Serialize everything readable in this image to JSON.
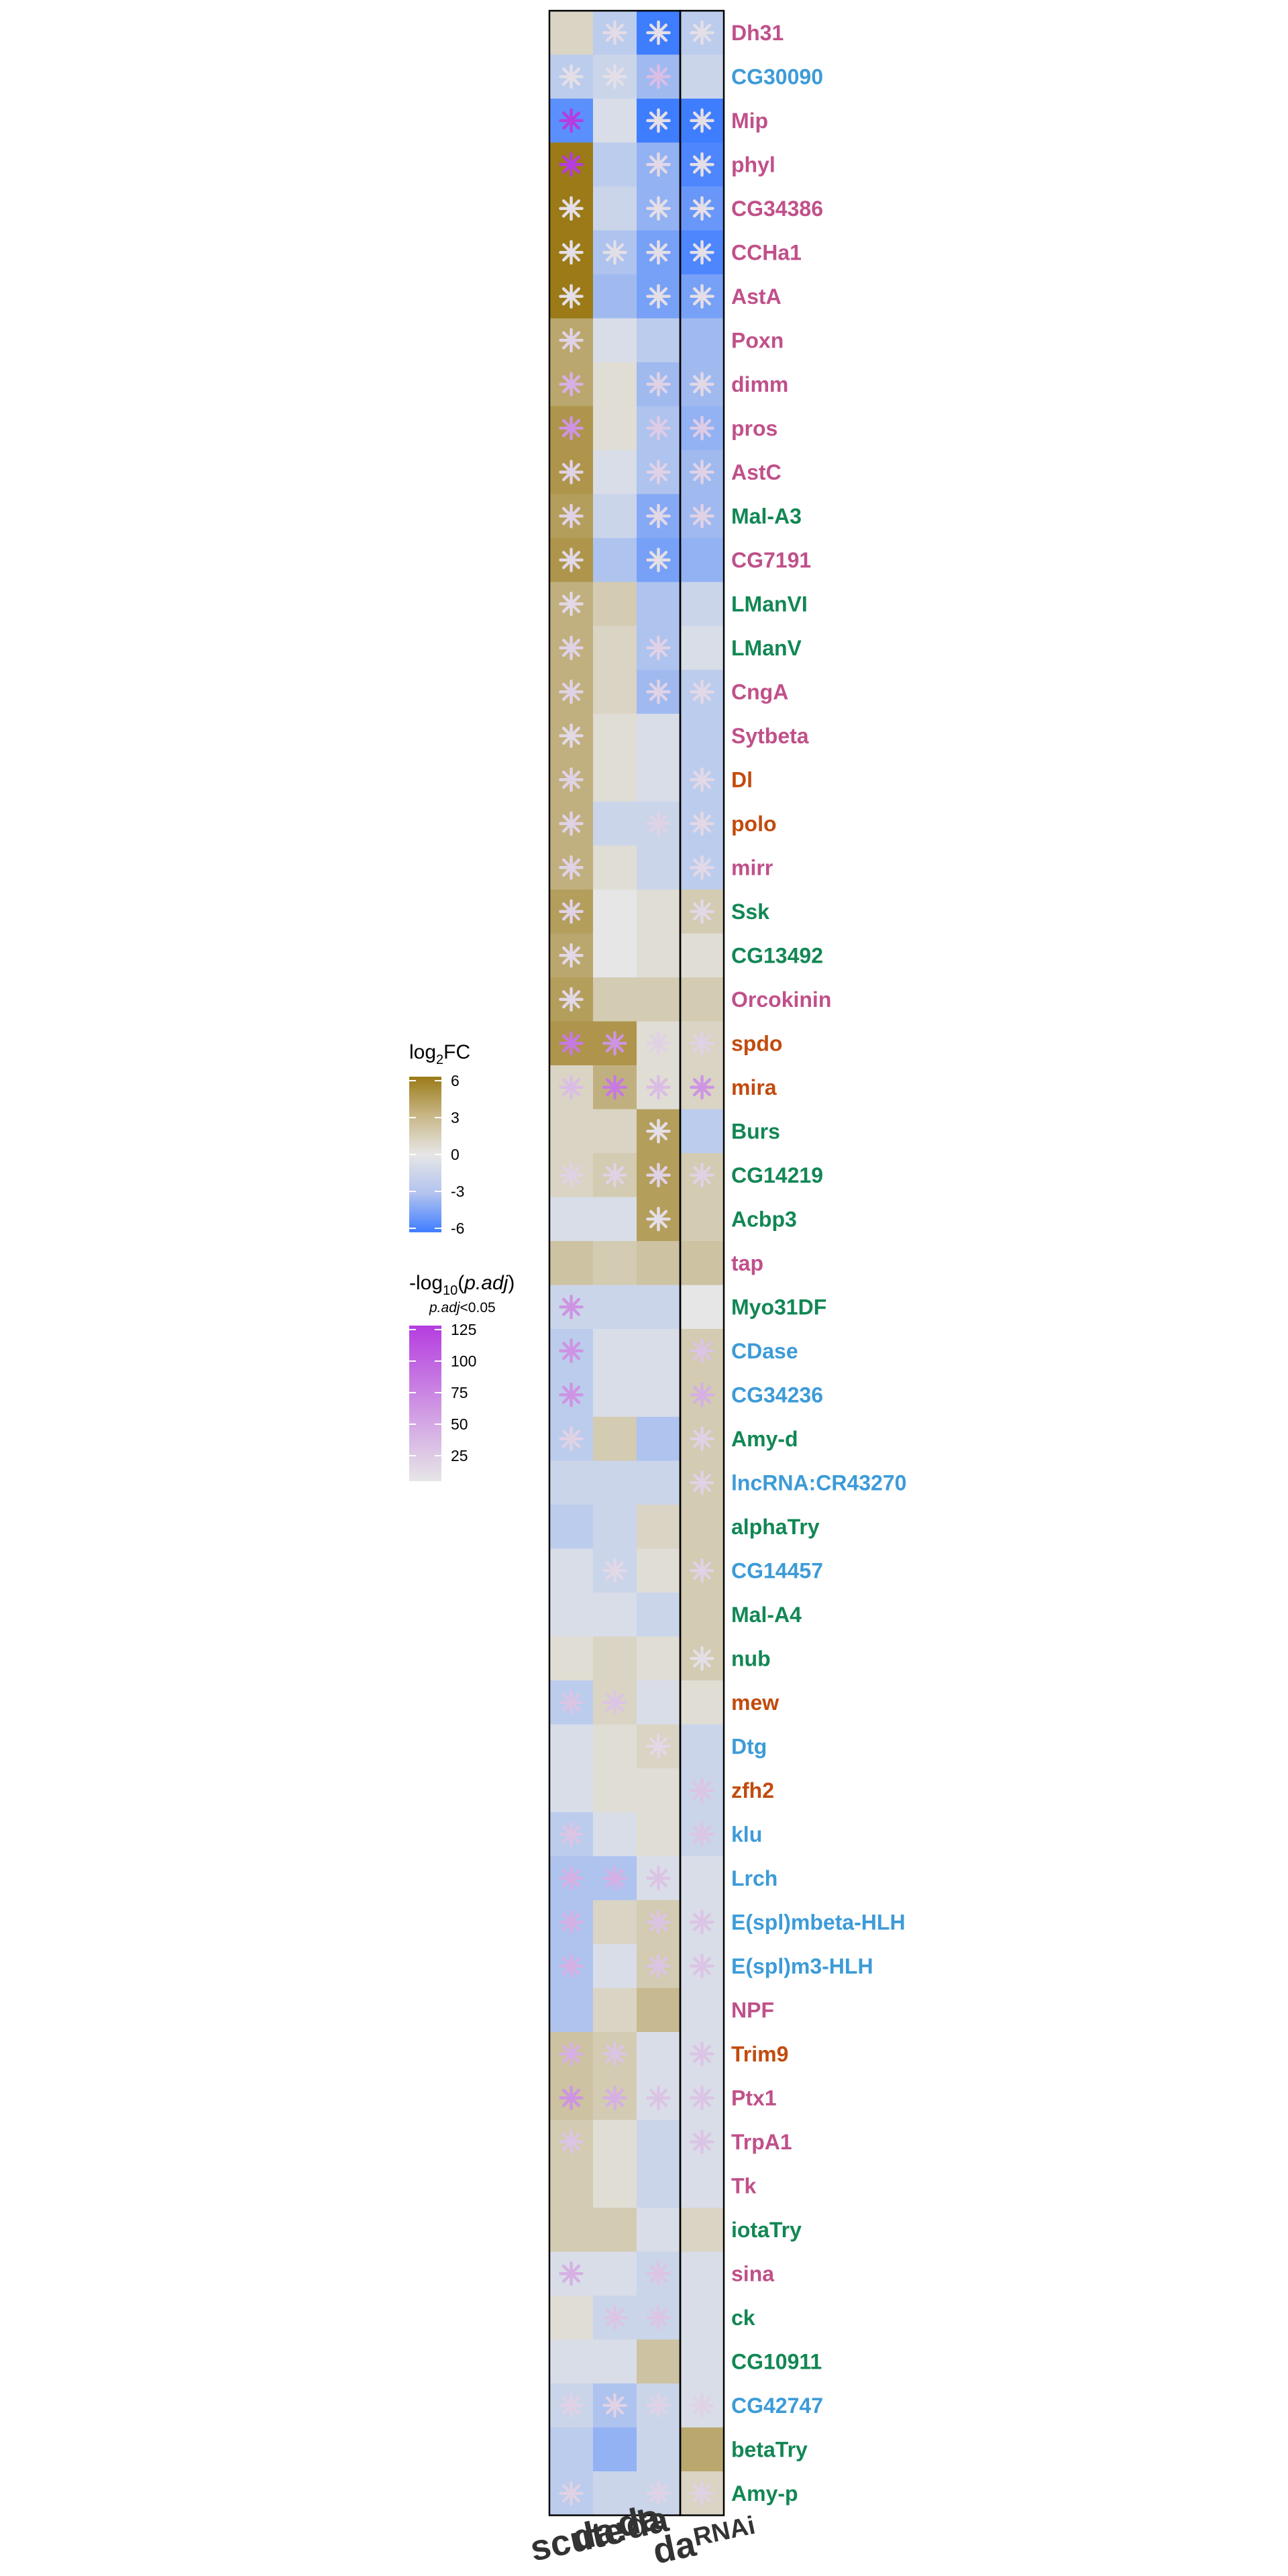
{
  "chart_data": {
    "type": "heatmap",
    "columns": [
      "scute",
      "da:da",
      "da",
      "da RNAi"
    ],
    "column_labels": {
      "scute": "scute",
      "dada": "da:da",
      "da": "da",
      "darnai_main": "da",
      "darnai_sub": "RNAi"
    },
    "rows": [
      "Dh31",
      "CG30090",
      "Mip",
      "phyl",
      "CG34386",
      "CCHa1",
      "AstA",
      "Poxn",
      "dimm",
      "pros",
      "AstC",
      "Mal-A3",
      "CG7191",
      "LManVI",
      "LManV",
      "CngA",
      "Sytbeta",
      "Dl",
      "polo",
      "mirr",
      "Ssk",
      "CG13492",
      "Orcokinin",
      "spdo",
      "mira",
      "Burs",
      "CG14219",
      "Acbp3",
      "tap",
      "Myo31DF",
      "CDase",
      "CG34236",
      "Amy-d",
      "lncRNA:CR43270",
      "alphaTry",
      "CG14457",
      "Mal-A4",
      "nub",
      "mew",
      "Dtg",
      "zfh2",
      "klu",
      "Lrch",
      "E(spl)mbeta-HLH",
      "E(spl)m3-HLH",
      "NPF",
      "Trim9",
      "Ptx1",
      "TrpA1",
      "Tk",
      "iotaTry",
      "sina",
      "ck",
      "CG10911",
      "CG42747",
      "betaTry",
      "Amy-p"
    ],
    "row_colors": [
      "#c0508a",
      "#3d9bd8",
      "#c0508a",
      "#c0508a",
      "#c0508a",
      "#c0508a",
      "#c0508a",
      "#c0508a",
      "#c0508a",
      "#c0508a",
      "#c0508a",
      "#128754",
      "#c0508a",
      "#128754",
      "#128754",
      "#c0508a",
      "#c0508a",
      "#c24b0e",
      "#c24b0e",
      "#c0508a",
      "#128754",
      "#128754",
      "#c0508a",
      "#c24b0e",
      "#c24b0e",
      "#128754",
      "#128754",
      "#128754",
      "#c0508a",
      "#128754",
      "#3d9bd8",
      "#3d9bd8",
      "#128754",
      "#3d9bd8",
      "#128754",
      "#3d9bd8",
      "#128754",
      "#128754",
      "#c24b0e",
      "#3d9bd8",
      "#c24b0e",
      "#3d9bd8",
      "#3d9bd8",
      "#3d9bd8",
      "#3d9bd8",
      "#c0508a",
      "#c24b0e",
      "#c0508a",
      "#c0508a",
      "#c0508a",
      "#128754",
      "#c0508a",
      "#128754",
      "#128754",
      "#3d9bd8",
      "#128754",
      "#128754"
    ],
    "log2fc": [
      [
        1,
        -1.5,
        -6,
        -1.5
      ],
      [
        -1.5,
        -1,
        -2.5,
        -1
      ],
      [
        -5,
        -0.5,
        -6,
        -6
      ],
      [
        6,
        -1.5,
        -3,
        -5.5
      ],
      [
        6,
        -1,
        -3,
        -4.5
      ],
      [
        6,
        -2,
        -4,
        -5.5
      ],
      [
        6,
        -2.5,
        -4,
        -4
      ],
      [
        3.5,
        -0.5,
        -1.5,
        -2.5
      ],
      [
        3.5,
        0.5,
        -2.5,
        -2.5
      ],
      [
        4.5,
        0.5,
        -2,
        -3
      ],
      [
        4.5,
        -0.5,
        -2,
        -2.5
      ],
      [
        4,
        -1,
        -3.5,
        -2.5
      ],
      [
        4.5,
        -2,
        -4,
        -3
      ],
      [
        3,
        1.5,
        -2,
        -1
      ],
      [
        3,
        1,
        -2,
        -0.5
      ],
      [
        3,
        1,
        -2.5,
        -1.5
      ],
      [
        3,
        0.5,
        -0.5,
        -1.5
      ],
      [
        3,
        0.5,
        -0.5,
        -1.5
      ],
      [
        3,
        -1,
        -1,
        -1.5
      ],
      [
        3,
        0.5,
        -1,
        -1.5
      ],
      [
        4,
        0,
        0.5,
        1.5
      ],
      [
        3.5,
        0,
        0.5,
        0.5
      ],
      [
        4,
        1.5,
        1.5,
        1.5
      ],
      [
        4.5,
        4.5,
        0.5,
        1
      ],
      [
        1,
        3,
        0.5,
        1
      ],
      [
        1,
        1,
        4,
        -1.5
      ],
      [
        1,
        1.5,
        4,
        1.5
      ],
      [
        -0.5,
        -0.5,
        4,
        1.5
      ],
      [
        2,
        1.5,
        2,
        2
      ],
      [
        -1,
        -1,
        -1,
        0
      ],
      [
        -1.5,
        -0.5,
        -0.5,
        1.5
      ],
      [
        -1.5,
        -0.5,
        -0.5,
        1.5
      ],
      [
        -1.5,
        1.5,
        -2,
        1.5
      ],
      [
        -1,
        -1,
        -1,
        1.5
      ],
      [
        -1.5,
        -1,
        1,
        1.5
      ],
      [
        -0.5,
        -1,
        0.5,
        1.5
      ],
      [
        -0.5,
        -0.5,
        -1,
        1.5
      ],
      [
        0.5,
        1,
        0.5,
        1.5
      ],
      [
        -1.5,
        1,
        -0.5,
        0.5
      ],
      [
        -0.5,
        0.5,
        1,
        -1
      ],
      [
        -0.5,
        0.5,
        0.5,
        -1
      ],
      [
        -1.5,
        -0.5,
        0.5,
        -1
      ],
      [
        -2,
        -2,
        -0.5,
        -0.5
      ],
      [
        -2,
        1,
        1.5,
        -0.5
      ],
      [
        -2,
        -0.5,
        1.5,
        -0.5
      ],
      [
        -2,
        1,
        2.5,
        -0.5
      ],
      [
        2,
        1.5,
        -0.5,
        -0.5
      ],
      [
        2,
        1.5,
        -0.5,
        -0.5
      ],
      [
        1.5,
        0.5,
        -1,
        -0.5
      ],
      [
        1.5,
        0.5,
        -1,
        -0.5
      ],
      [
        1.5,
        1.5,
        -0.5,
        1
      ],
      [
        -0.5,
        -0.5,
        -1,
        -0.5
      ],
      [
        0.5,
        -1,
        -1,
        -0.5
      ],
      [
        -0.5,
        -0.5,
        2,
        -0.5
      ],
      [
        -1,
        -2,
        -1,
        -0.5
      ],
      [
        -1.5,
        -3,
        -1,
        3.5
      ],
      [
        -1.5,
        -1,
        -1,
        1
      ]
    ],
    "significant": [
      [
        0,
        1,
        1,
        1
      ],
      [
        1,
        1,
        1,
        0
      ],
      [
        1,
        0,
        1,
        1
      ],
      [
        1,
        0,
        1,
        1
      ],
      [
        1,
        0,
        1,
        1
      ],
      [
        1,
        1,
        1,
        1
      ],
      [
        1,
        0,
        1,
        1
      ],
      [
        1,
        0,
        0,
        0
      ],
      [
        1,
        0,
        1,
        1
      ],
      [
        1,
        0,
        1,
        1
      ],
      [
        1,
        0,
        1,
        1
      ],
      [
        1,
        0,
        1,
        1
      ],
      [
        1,
        0,
        1,
        0
      ],
      [
        1,
        0,
        0,
        0
      ],
      [
        1,
        0,
        1,
        0
      ],
      [
        1,
        0,
        1,
        1
      ],
      [
        1,
        0,
        0,
        0
      ],
      [
        1,
        0,
        0,
        1
      ],
      [
        1,
        0,
        1,
        1
      ],
      [
        1,
        0,
        0,
        1
      ],
      [
        1,
        0,
        0,
        1
      ],
      [
        1,
        0,
        0,
        0
      ],
      [
        1,
        0,
        0,
        0
      ],
      [
        1,
        1,
        1,
        1
      ],
      [
        1,
        1,
        1,
        1
      ],
      [
        0,
        0,
        1,
        0
      ],
      [
        1,
        1,
        1,
        1
      ],
      [
        0,
        0,
        1,
        0
      ],
      [
        0,
        0,
        0,
        0
      ],
      [
        1,
        0,
        0,
        0
      ],
      [
        1,
        0,
        0,
        1
      ],
      [
        1,
        0,
        0,
        1
      ],
      [
        1,
        0,
        0,
        1
      ],
      [
        0,
        0,
        0,
        1
      ],
      [
        0,
        0,
        0,
        0
      ],
      [
        0,
        1,
        0,
        1
      ],
      [
        0,
        0,
        0,
        0
      ],
      [
        0,
        0,
        0,
        1
      ],
      [
        1,
        1,
        0,
        0
      ],
      [
        0,
        0,
        1,
        0
      ],
      [
        0,
        0,
        0,
        1
      ],
      [
        1,
        0,
        0,
        1
      ],
      [
        1,
        1,
        1,
        0
      ],
      [
        1,
        0,
        1,
        1
      ],
      [
        1,
        0,
        1,
        1
      ],
      [
        0,
        0,
        0,
        0
      ],
      [
        1,
        1,
        0,
        1
      ],
      [
        1,
        1,
        1,
        1
      ],
      [
        1,
        0,
        0,
        1
      ],
      [
        0,
        0,
        0,
        0
      ],
      [
        0,
        0,
        0,
        0
      ],
      [
        1,
        0,
        1,
        0
      ],
      [
        0,
        1,
        1,
        0
      ],
      [
        0,
        0,
        0,
        0
      ],
      [
        1,
        1,
        1,
        1
      ],
      [
        0,
        0,
        0,
        0
      ],
      [
        1,
        0,
        1,
        1
      ]
    ],
    "neglog10_padj": [
      [
        0,
        8,
        5,
        5
      ],
      [
        5,
        5,
        30,
        0
      ],
      [
        125,
        0,
        5,
        5
      ],
      [
        125,
        0,
        10,
        5
      ],
      [
        5,
        0,
        5,
        5
      ],
      [
        5,
        5,
        5,
        5
      ],
      [
        5,
        0,
        5,
        5
      ],
      [
        15,
        0,
        0,
        0
      ],
      [
        40,
        0,
        15,
        10
      ],
      [
        60,
        0,
        20,
        20
      ],
      [
        15,
        0,
        15,
        15
      ],
      [
        15,
        0,
        10,
        15
      ],
      [
        10,
        0,
        5,
        0
      ],
      [
        10,
        0,
        0,
        0
      ],
      [
        15,
        0,
        15,
        0
      ],
      [
        15,
        0,
        15,
        10
      ],
      [
        10,
        0,
        0,
        0
      ],
      [
        15,
        0,
        0,
        10
      ],
      [
        15,
        0,
        15,
        10
      ],
      [
        15,
        0,
        0,
        10
      ],
      [
        15,
        0,
        0,
        10
      ],
      [
        10,
        0,
        0,
        0
      ],
      [
        10,
        0,
        0,
        0
      ],
      [
        80,
        60,
        15,
        15
      ],
      [
        30,
        80,
        30,
        60
      ],
      [
        0,
        0,
        5,
        0
      ],
      [
        15,
        15,
        15,
        15
      ],
      [
        0,
        0,
        5,
        0
      ],
      [
        0,
        0,
        0,
        0
      ],
      [
        60,
        0,
        0,
        0
      ],
      [
        60,
        0,
        0,
        25
      ],
      [
        60,
        0,
        0,
        40
      ],
      [
        15,
        0,
        0,
        15
      ],
      [
        0,
        0,
        0,
        15
      ],
      [
        0,
        0,
        0,
        0
      ],
      [
        0,
        10,
        0,
        15
      ],
      [
        0,
        0,
        0,
        0
      ],
      [
        0,
        0,
        0,
        5
      ],
      [
        25,
        25,
        0,
        0
      ],
      [
        0,
        0,
        10,
        0
      ],
      [
        0,
        0,
        0,
        25
      ],
      [
        25,
        0,
        0,
        25
      ],
      [
        40,
        40,
        25,
        0
      ],
      [
        40,
        0,
        25,
        25
      ],
      [
        40,
        0,
        25,
        25
      ],
      [
        0,
        0,
        0,
        0
      ],
      [
        40,
        25,
        0,
        25
      ],
      [
        60,
        40,
        25,
        25
      ],
      [
        25,
        0,
        0,
        25
      ],
      [
        0,
        0,
        0,
        0
      ],
      [
        0,
        0,
        0,
        0
      ],
      [
        40,
        0,
        25,
        0
      ],
      [
        0,
        25,
        25,
        0
      ],
      [
        0,
        0,
        0,
        0
      ],
      [
        15,
        15,
        15,
        15
      ],
      [
        0,
        0,
        0,
        0
      ],
      [
        15,
        0,
        15,
        15
      ]
    ],
    "color_scale": {
      "min": -6,
      "mid": 0,
      "max": 6,
      "low": "#3f7dff",
      "mid_color": "#e6e6e6",
      "high": "#9b7a17"
    },
    "sig_scale": {
      "min": 0,
      "max": 125,
      "low": "#e6e6e6",
      "high": "#b53ce0"
    },
    "legend_fc": {
      "title_main": "log",
      "title_sub": "2",
      "title_tail": "FC",
      "ticks": [
        6,
        3,
        0,
        -3,
        -6
      ],
      "tick_labels": [
        "6",
        "3",
        "0",
        "-3",
        "-6"
      ]
    },
    "legend_sig": {
      "title_main": "-log",
      "title_sub": "10",
      "title_tail_open": "(",
      "title_italic": "p.adj",
      "title_tail_close": ")",
      "subtitle_italic": "p.adj",
      "subtitle_tail": "<0.05",
      "ticks": [
        125,
        100,
        75,
        50,
        25
      ],
      "tick_labels": [
        "125",
        "100",
        "75",
        "50",
        "25"
      ]
    }
  }
}
